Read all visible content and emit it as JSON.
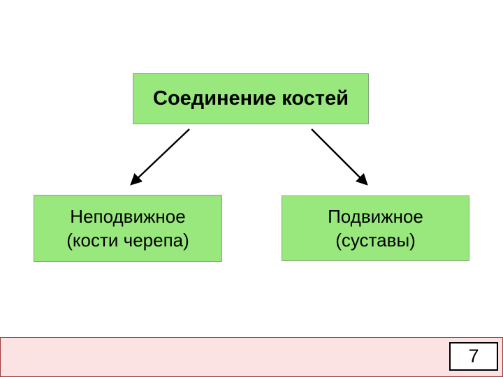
{
  "slide": {
    "diagram": {
      "root": {
        "label": "Соединение костей"
      },
      "children": [
        {
          "line1": "Неподвижное",
          "line2": "(кости черепа)"
        },
        {
          "line1": "Подвижное",
          "line2": "(суставы)"
        }
      ]
    },
    "footer": {
      "page_number": "7"
    },
    "colors": {
      "slide_bg": "#ffffff",
      "node_fill": "#99e87e",
      "node_border": "#85a37d",
      "strip_fill": "#fce3e3",
      "strip_border": "#a23c3c",
      "arrow": "#000000",
      "text": "#000000",
      "page_box_bg": "#ffffff",
      "page_box_border": "#000000"
    }
  }
}
